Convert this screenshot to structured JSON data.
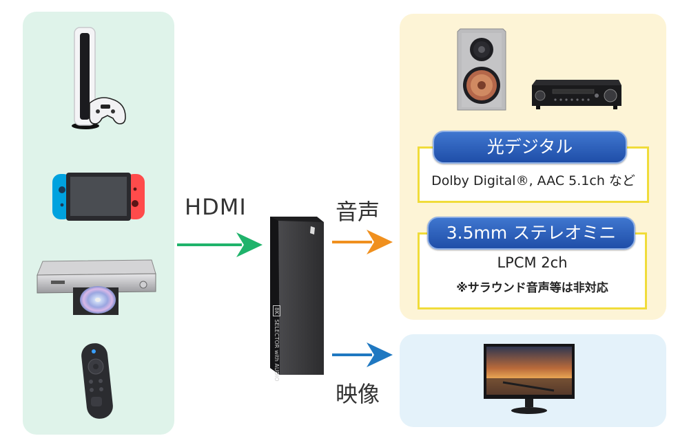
{
  "labels": {
    "hdmi": "HDMI",
    "audio": "音声",
    "video": "映像"
  },
  "optical": {
    "title": "光デジタル",
    "description": "Dolby Digital®,  AAC 5.1ch など"
  },
  "mini": {
    "title": "3.5mm ステレオミニ",
    "line1": "LPCM 2ch",
    "line2": "※サラウンド音声等は非対応"
  },
  "device": {
    "badge": "8K",
    "text": "SELECTOR with AUDIO"
  },
  "colors": {
    "hdmi_arrow": "#1fb36b",
    "audio_arrow": "#f0901e",
    "video_arrow": "#1f78c1"
  },
  "icons": [
    "game-console-icon",
    "handheld-console-icon",
    "dvd-player-icon",
    "remote-control-icon",
    "speaker-icon",
    "amplifier-icon",
    "monitor-icon",
    "selector-device-icon"
  ]
}
